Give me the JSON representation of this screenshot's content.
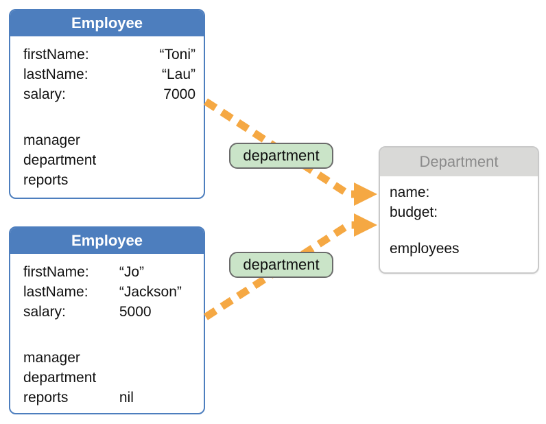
{
  "diagram": {
    "employee1": {
      "title": "Employee",
      "rows": {
        "firstName": {
          "label": "firstName:",
          "value": "“Toni”"
        },
        "lastName": {
          "label": "lastName:",
          "value": "“Lau”"
        },
        "salary": {
          "label": "salary:",
          "value": "7000"
        },
        "manager": {
          "label": "manager",
          "value": ""
        },
        "department": {
          "label": "department",
          "value": ""
        },
        "reports": {
          "label": "reports",
          "value": ""
        }
      }
    },
    "employee2": {
      "title": "Employee",
      "rows": {
        "firstName": {
          "label": "firstName:",
          "value": "“Jo”"
        },
        "lastName": {
          "label": "lastName:",
          "value": "“Jackson”"
        },
        "salary": {
          "label": "salary:",
          "value": "5000"
        },
        "manager": {
          "label": "manager",
          "value": ""
        },
        "department": {
          "label": "department",
          "value": ""
        },
        "reports": {
          "label": "reports",
          "value": "nil"
        }
      }
    },
    "department": {
      "title": "Department",
      "rows": {
        "name": "name:",
        "budget": "budget:",
        "employees": "employees"
      }
    },
    "edges": {
      "label1": "department",
      "label2": "department"
    },
    "colors": {
      "employee_header_blue": "#4d7ebe",
      "department_header_gray": "#d9d9d7",
      "department_header_text": "#8b8b8b",
      "arrow_orange": "#f5a843",
      "pill_green": "#cae4c8",
      "pill_border": "#6b6b6b"
    }
  }
}
